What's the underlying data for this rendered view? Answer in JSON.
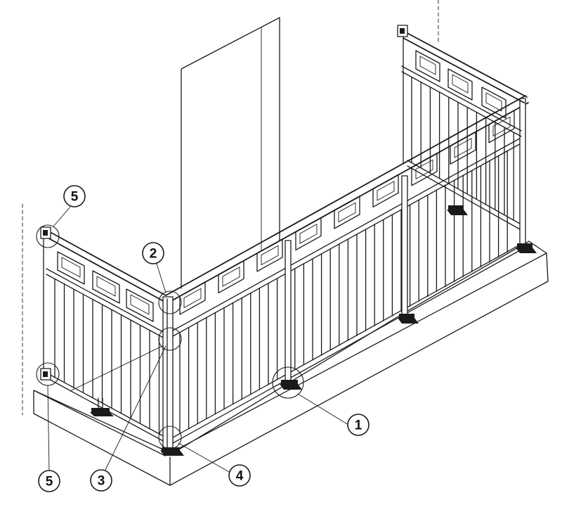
{
  "diagram": {
    "callouts": [
      {
        "id": "c1",
        "label": "1"
      },
      {
        "id": "c2",
        "label": "2"
      },
      {
        "id": "c3",
        "label": "3"
      },
      {
        "id": "c4",
        "label": "4"
      },
      {
        "id": "c5a",
        "label": "5"
      },
      {
        "id": "c5b",
        "label": "5"
      }
    ],
    "colors": {
      "line": "#1a1a1a",
      "background": "#ffffff"
    }
  }
}
